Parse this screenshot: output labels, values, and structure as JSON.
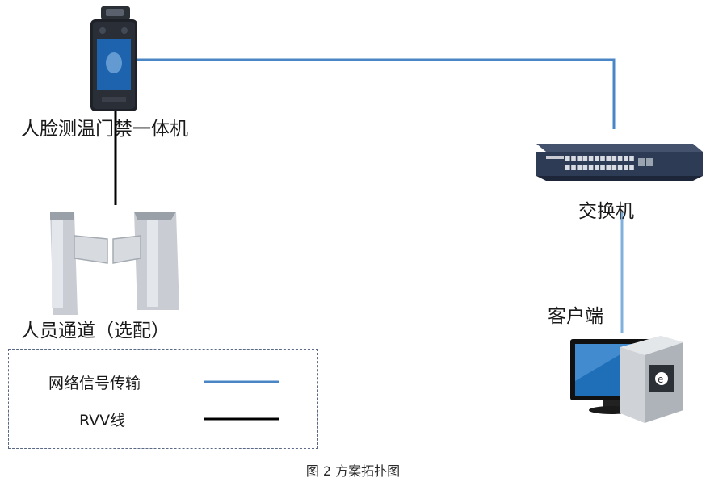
{
  "labels": {
    "face_terminal": "人脸测温门禁一体机",
    "switch": "交换机",
    "client": "客户端",
    "turnstile": "人员通道（选配）"
  },
  "legend": {
    "network_label": "网络信号传输",
    "rvv_label": "RVV线",
    "network_color": "#4a86c5",
    "rvv_color": "#000000"
  },
  "caption": "图 2   方案拓扑图",
  "colors": {
    "network_line": "#4a86c5",
    "rvv_line": "#000000",
    "switch_body": "#2e3b55",
    "screen": "#1f6fb8"
  }
}
